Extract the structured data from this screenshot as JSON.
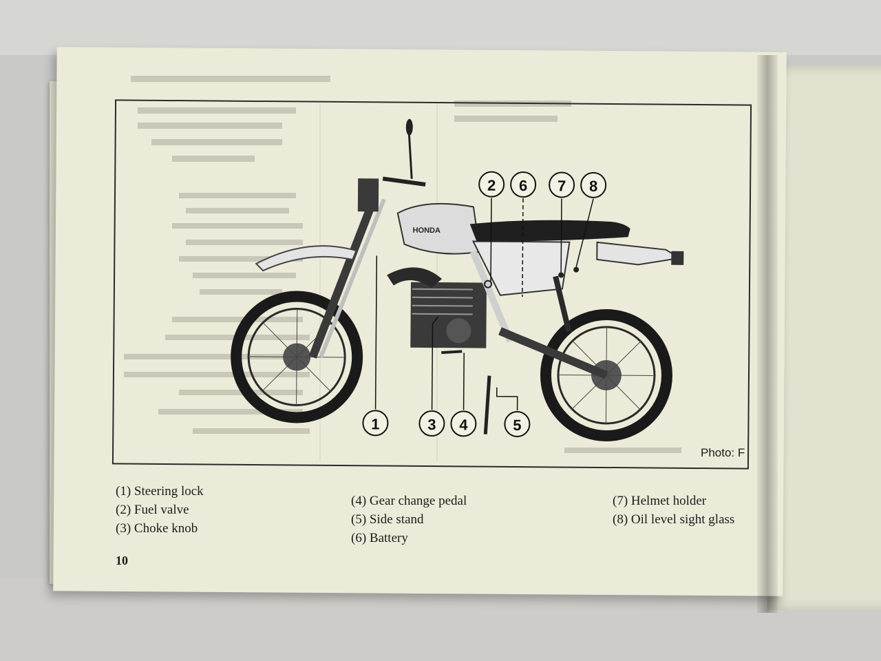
{
  "figure": {
    "photo_label": "Photo: F",
    "callouts": [
      "1",
      "2",
      "3",
      "4",
      "5",
      "6",
      "7",
      "8"
    ],
    "tank_brand": "HONDA"
  },
  "legend": {
    "col1": [
      "(1) Steering lock",
      "(2) Fuel valve",
      "(3) Choke knob"
    ],
    "col2": [
      "(4) Gear change pedal",
      "(5) Side stand",
      "(6) Battery"
    ],
    "col3": [
      "(7) Helmet holder",
      "(8) Oil level sight glass"
    ]
  },
  "page_number": "10",
  "colors": {
    "paper": "#ecebd9",
    "ink": "#1b1b1b",
    "bleed": "#bdbcae"
  }
}
